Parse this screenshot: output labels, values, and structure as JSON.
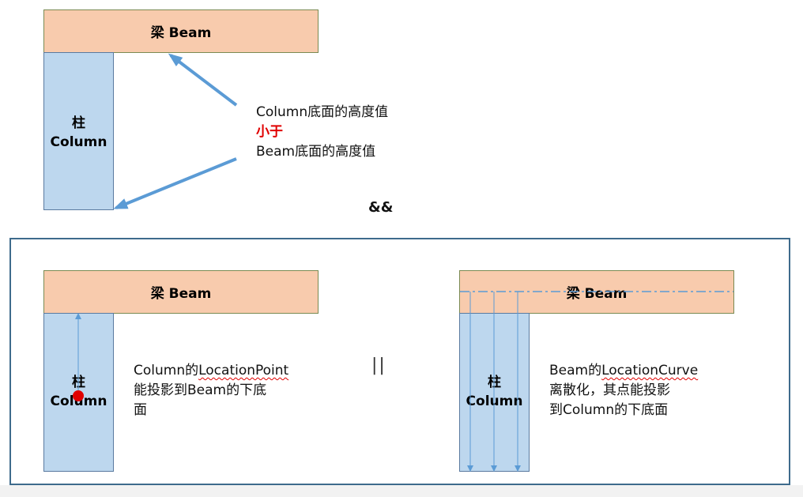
{
  "top_diagram": {
    "beam_label": "梁 Beam",
    "column_label_cn": "柱",
    "column_label_en": "Column",
    "condition_line1": "Column底面的高度值",
    "condition_line2": "小于",
    "condition_line3": "Beam底面的高度值"
  },
  "and_operator": "&&",
  "bottom_left": {
    "beam_label": "梁 Beam",
    "column_label_cn": "柱",
    "column_label_en": "Column",
    "text_prefix": "Column的",
    "text_link": "LocationPoint",
    "text_line2": "能投影到Beam的下底",
    "text_line3": "面"
  },
  "or_operator": "||",
  "bottom_right": {
    "beam_label": "梁 Beam",
    "column_label_cn": "柱",
    "column_label_en": "Column",
    "text_prefix": "Beam的",
    "text_link": "LocationCurve",
    "text_line2": "离散化，其点能投影",
    "text_line3": "到Column的下底面"
  },
  "colors": {
    "beam_fill": "#f8cbad",
    "column_fill": "#bdd7ee",
    "arrow": "#5b9bd5",
    "highlight_red": "#e00000",
    "frame": "#3e6b8c"
  }
}
